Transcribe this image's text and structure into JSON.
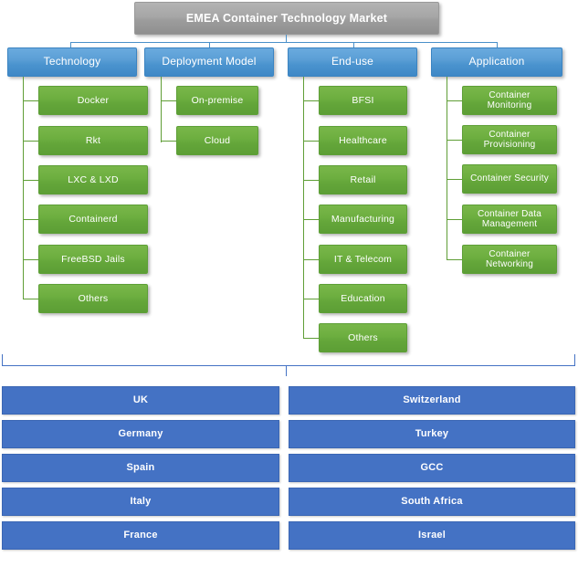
{
  "diagram": {
    "title": "EMEA Container Technology Market",
    "colors": {
      "root": "#9d9d9d",
      "category": "#4a93ce",
      "leaf": "#64a63a",
      "region": "#4472c4",
      "connector_blue": "#4a90c9",
      "connector_green": "#5f9e36"
    },
    "segments": [
      {
        "name": "Technology",
        "items": [
          "Docker",
          "Rkt",
          "LXC & LXD",
          "Containerd",
          "FreeBSD Jails",
          "Others"
        ]
      },
      {
        "name": "Deployment Model",
        "items": [
          "On-premise",
          "Cloud"
        ]
      },
      {
        "name": "End-use",
        "items": [
          "BFSI",
          "Healthcare",
          "Retail",
          "Manufacturing",
          "IT & Telecom",
          "Education",
          "Others"
        ]
      },
      {
        "name": "Application",
        "items": [
          "Container Monitoring",
          "Container Provisioning",
          "Container Security",
          "Container Data Management",
          "Container Networking"
        ]
      }
    ],
    "regions": {
      "left_column": [
        "UK",
        "Germany",
        "Spain",
        "Italy",
        "France"
      ],
      "right_column": [
        "Switzerland",
        "Turkey",
        "GCC",
        "South Africa",
        "Israel"
      ]
    }
  }
}
